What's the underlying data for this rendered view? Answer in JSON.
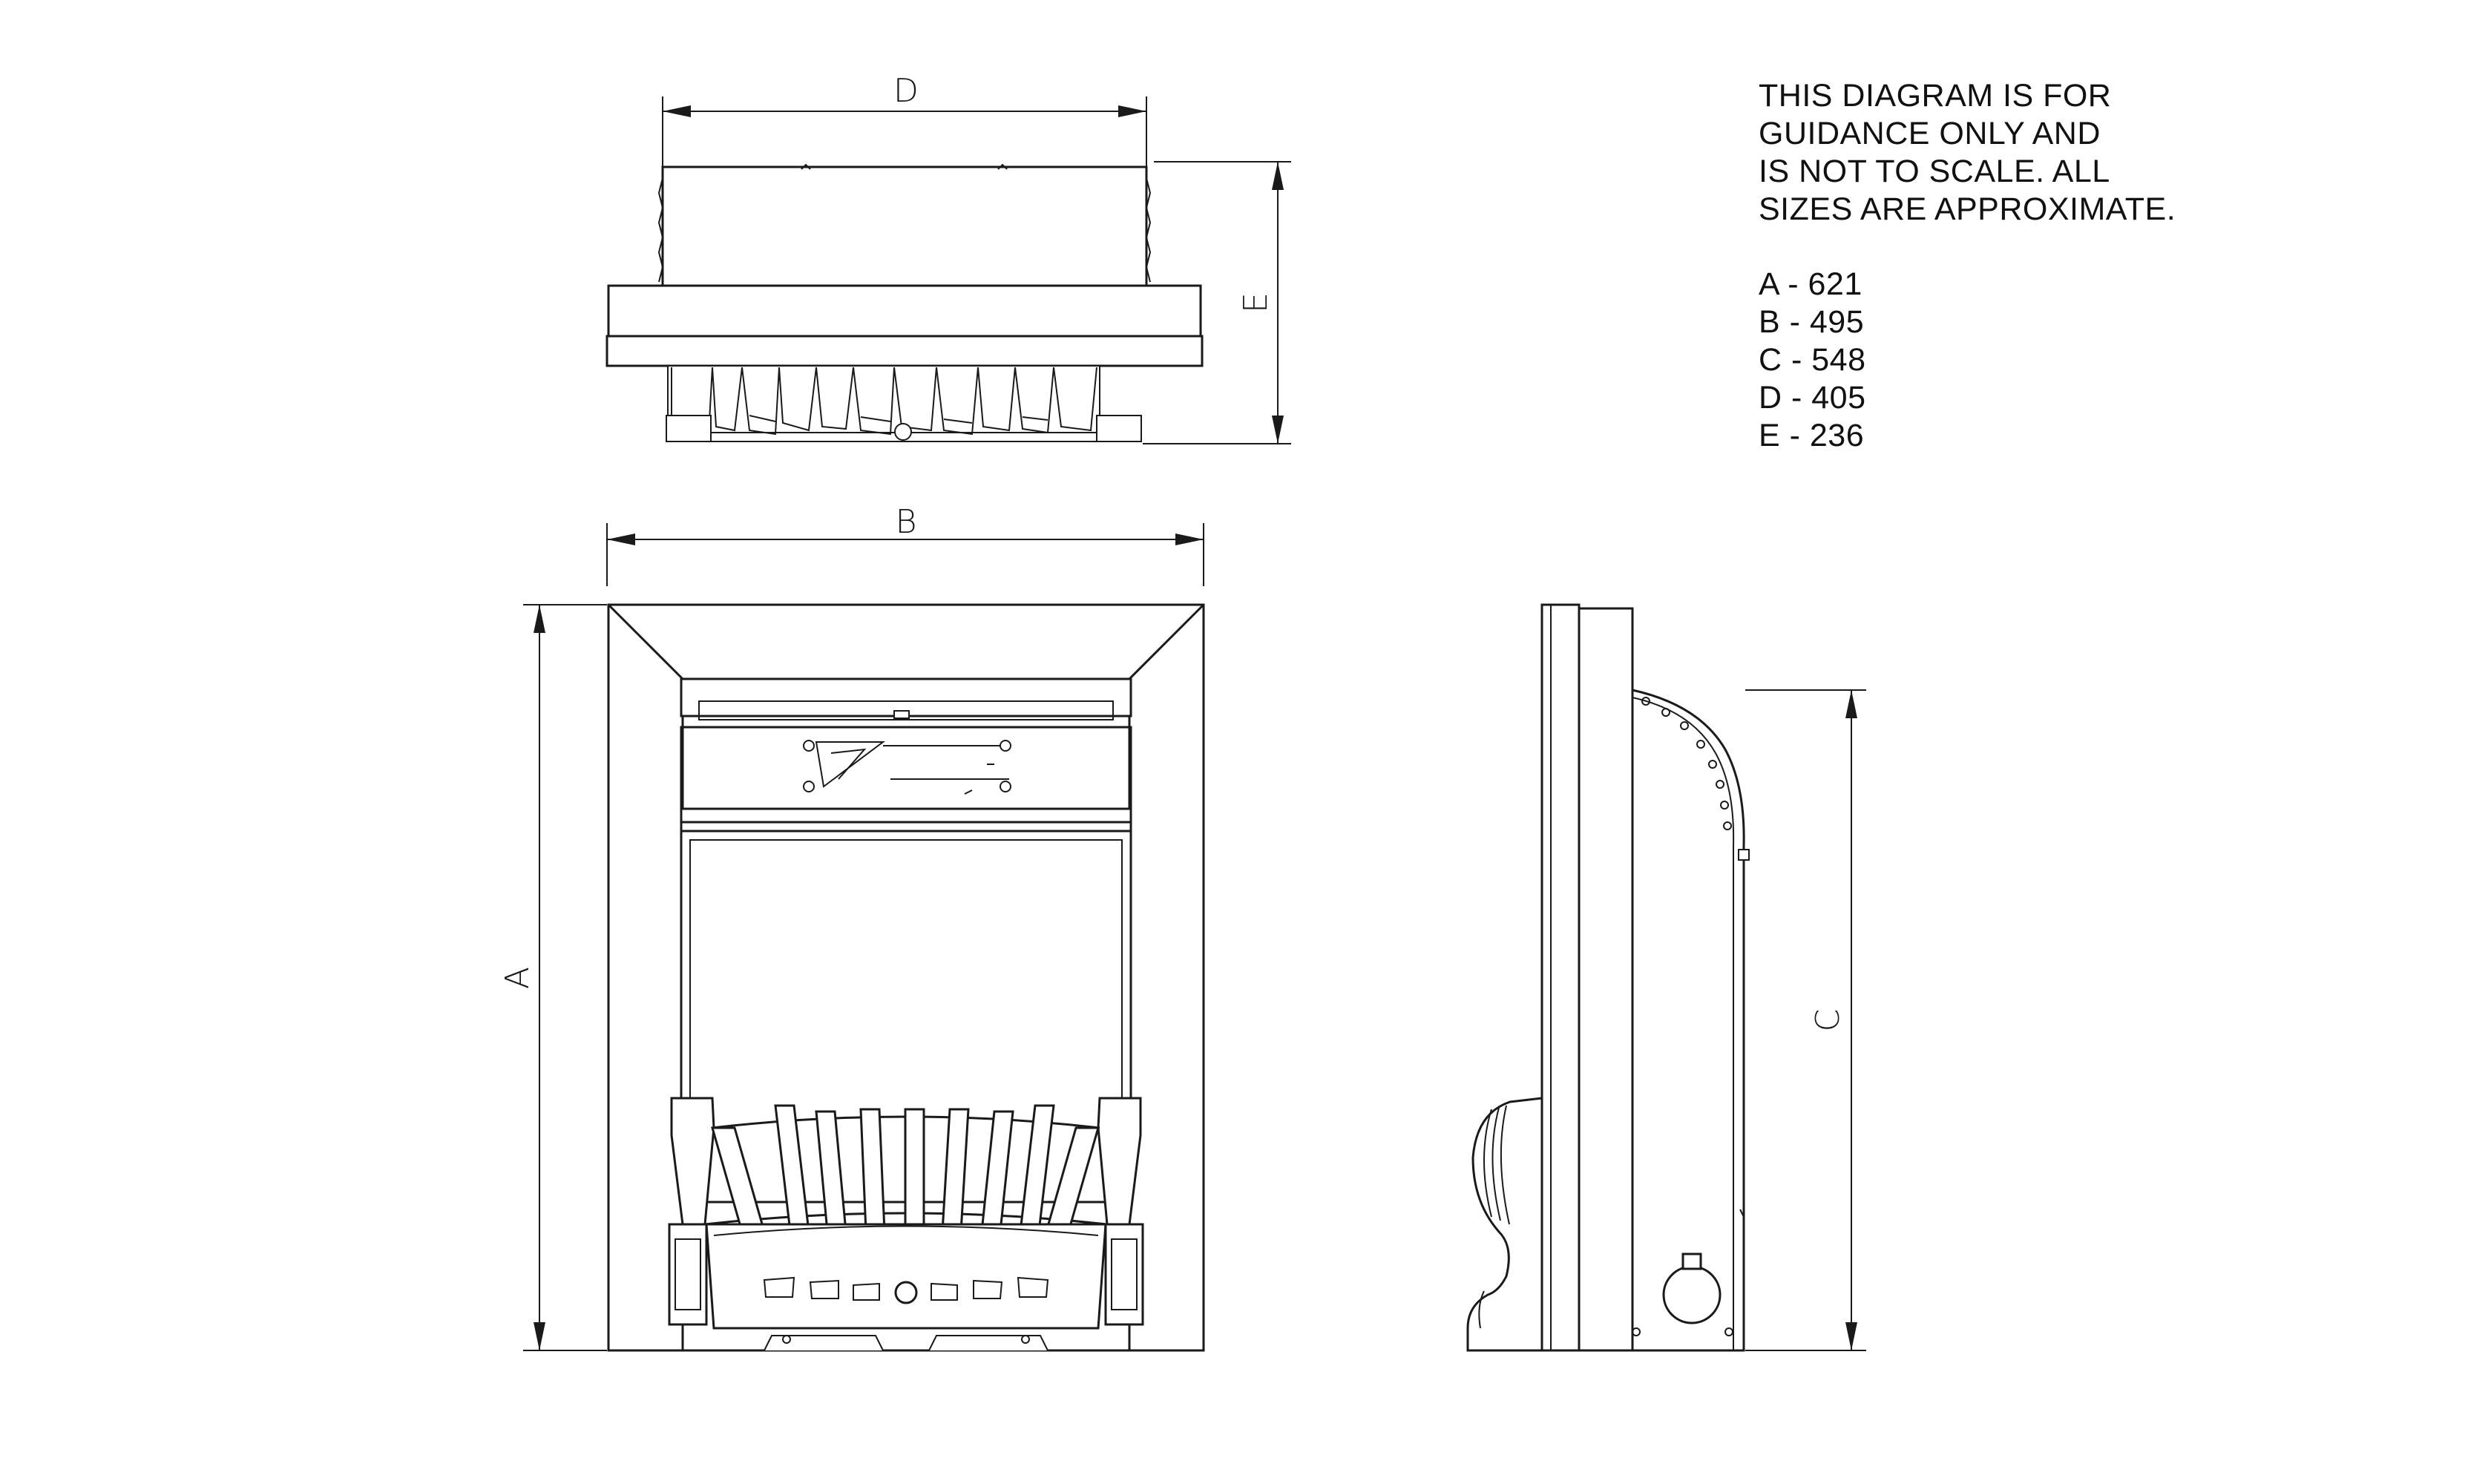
{
  "disclaimer_lines": [
    "THIS DIAGRAM IS FOR",
    "GUIDANCE ONLY AND",
    "IS NOT TO SCALE. ALL",
    "SIZES ARE APPROXIMATE."
  ],
  "sizes": [
    {
      "label": "A",
      "value": "A - 621"
    },
    {
      "label": "B",
      "value": "B - 495"
    },
    {
      "label": "C",
      "value": "C - 548"
    },
    {
      "label": "D",
      "value": "D - 405"
    },
    {
      "label": "E",
      "value": "E - 236"
    }
  ],
  "dimension_labels": {
    "a": "A",
    "b": "B",
    "c": "C",
    "d": "D",
    "e": "E"
  }
}
